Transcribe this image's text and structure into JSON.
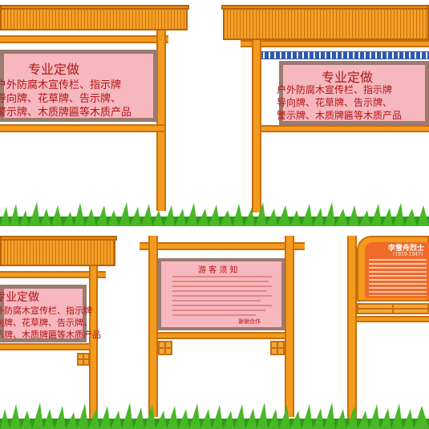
{
  "signs": [
    {
      "title": "专业定做",
      "lines": [
        "户外防腐木宣传栏、指示牌",
        "导向牌、花草牌、告示牌、",
        "警示牌、木质牌匾等木质产品"
      ]
    },
    {
      "title": "专业定做",
      "lines": [
        "户外防腐木宣传栏、指示牌",
        "导向牌、花草牌、告示牌、",
        "警示牌、木质牌匾等木质产品"
      ]
    },
    {
      "title": "专业定做",
      "lines": [
        "户外防腐木宣传栏、指示牌",
        "导向牌、花草牌、告示牌、",
        "警示牌、木质牌匾等木质产品"
      ]
    }
  ],
  "notice": {
    "title": "游 客 须 知",
    "footer": "谢谢合作"
  },
  "memorial": {
    "title": "李雪舟烈士",
    "subtitle": "(1919-1947)"
  },
  "colors": {
    "wood": "#f29b1e",
    "panel": "#f6b7be",
    "text": "#b01515",
    "grass": "#3aa81f"
  }
}
